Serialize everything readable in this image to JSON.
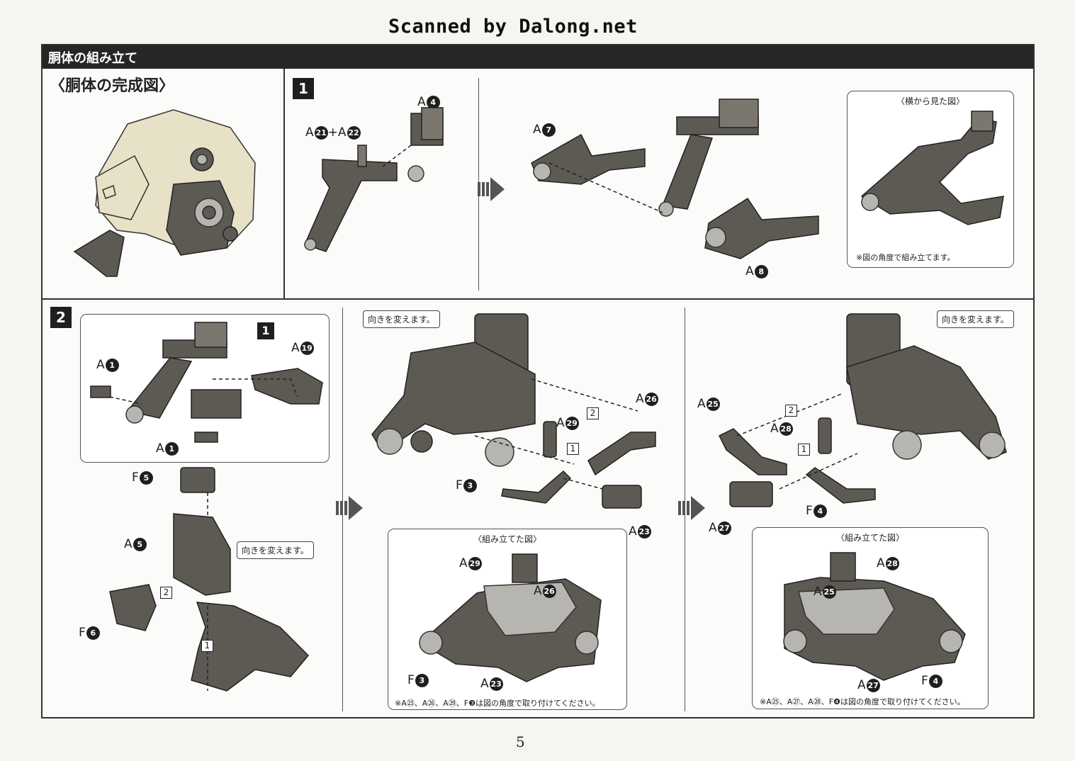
{
  "scanner_watermark": "Scanned by Dalong.net",
  "header": {
    "title": "胴体の組み立て"
  },
  "completed_view": {
    "subtitle": "〈胴体の完成図〉"
  },
  "step1": {
    "badge": "1",
    "labels": {
      "a21_a22": {
        "a1": "A",
        "n1": "21",
        "plus": "+A",
        "n2": "22"
      },
      "a4": {
        "letter": "A",
        "num": "4"
      },
      "a7": {
        "letter": "A",
        "num": "7"
      },
      "a8": {
        "letter": "A",
        "num": "8"
      }
    },
    "side_view": {
      "title": "〈横から見た図〉",
      "note": "※図の角度で組み立てます。"
    }
  },
  "step2": {
    "badge": "2",
    "inset_ref_badge": "1",
    "labels": {
      "a1_top": {
        "letter": "A",
        "num": "1"
      },
      "a1_bottom": {
        "letter": "A",
        "num": "1"
      },
      "a19": {
        "letter": "A",
        "num": "19"
      },
      "f5": {
        "letter": "F",
        "num": "5"
      },
      "a5": {
        "letter": "A",
        "num": "5"
      },
      "f6": {
        "letter": "F",
        "num": "6"
      },
      "order_2": "2",
      "order_1": "1"
    },
    "callout_change_direction": "向きを変えます。"
  },
  "step2_middle": {
    "callout": "向きを変えます。",
    "labels": {
      "a26": {
        "letter": "A",
        "num": "26"
      },
      "a29": {
        "letter": "A",
        "num": "29"
      },
      "f3": {
        "letter": "F",
        "num": "3"
      },
      "a23": {
        "letter": "A",
        "num": "23"
      },
      "order_2": "2",
      "order_1": "1"
    },
    "assembled": {
      "title": "〈組み立てた図〉",
      "a29": {
        "letter": "A",
        "num": "29"
      },
      "a26": {
        "letter": "A",
        "num": "26"
      },
      "f3": {
        "letter": "F",
        "num": "3"
      },
      "a23": {
        "letter": "A",
        "num": "23"
      },
      "note": "※A㉓、A㉖、A㉙、F❸は図の角度で取り付けてください。"
    }
  },
  "step2_right": {
    "callout": "向きを変えます。",
    "labels": {
      "a25": {
        "letter": "A",
        "num": "25"
      },
      "a28": {
        "letter": "A",
        "num": "28"
      },
      "f4": {
        "letter": "F",
        "num": "4"
      },
      "a27": {
        "letter": "A",
        "num": "27"
      },
      "order_2": "2",
      "order_1": "1"
    },
    "assembled": {
      "title": "〈組み立てた図〉",
      "a28": {
        "letter": "A",
        "num": "28"
      },
      "a25": {
        "letter": "A",
        "num": "25"
      },
      "a27": {
        "letter": "A",
        "num": "27"
      },
      "f4": {
        "letter": "F",
        "num": "4"
      },
      "note": "※A㉕、A㉗、A㉘、F❹は図の角度で取り付けてください。"
    }
  },
  "page_number": "5",
  "colors": {
    "part_dark": "#5d5a53",
    "part_light": "#e7e1c7",
    "header_bg": "#262626"
  }
}
